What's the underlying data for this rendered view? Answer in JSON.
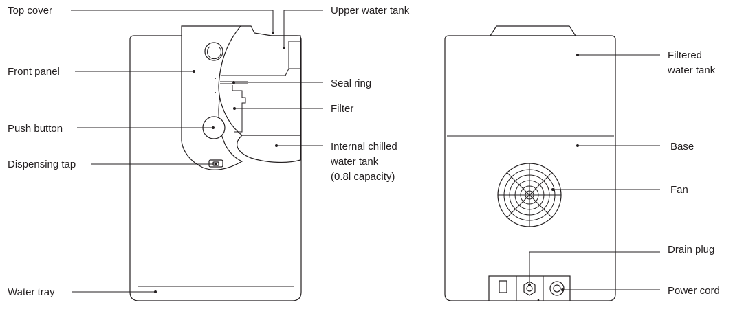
{
  "diagram": {
    "front_labels": {
      "top_cover": "Top cover",
      "front_panel": "Front panel",
      "push_button": "Push button",
      "dispensing_tap": "Dispensing tap",
      "water_tray": "Water tray",
      "upper_water_tank": "Upper water tank",
      "seal_ring": "Seal ring",
      "filter": "Filter",
      "chilled_line1": "Internal chilled",
      "chilled_line2": "water tank",
      "chilled_line3": "(0.8l capacity)"
    },
    "back_labels": {
      "filtered_line1": "Filtered",
      "filtered_line2": "water tank",
      "base": "Base",
      "fan": "Fan",
      "drain_plug": "Drain plug",
      "power_cord": "Power cord"
    },
    "colors": {
      "stroke": "#231f20",
      "background": "#ffffff"
    }
  }
}
